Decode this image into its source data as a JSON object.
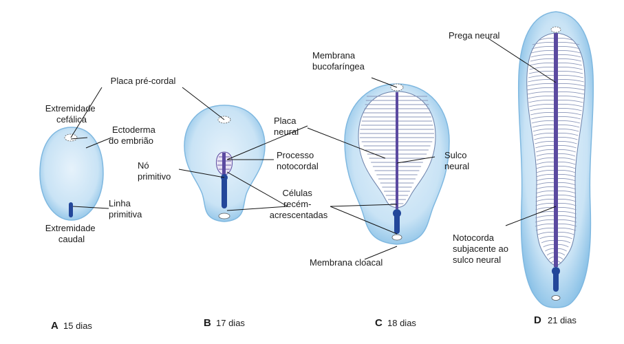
{
  "colors": {
    "embryo_fill": "#cfe6f6",
    "embryo_edge": "#7fb8e0",
    "plate_fill": "#ffffff",
    "groove": "#5b4aa0",
    "notochord": "#23479a",
    "lines": "#6a7fa8"
  },
  "stages": [
    {
      "letter": "A",
      "days": "15 dias"
    },
    {
      "letter": "B",
      "days": "17 dias"
    },
    {
      "letter": "C",
      "days": "18 dias"
    },
    {
      "letter": "D",
      "days": "21 dias"
    }
  ],
  "labels": {
    "placa_precordal": "Placa pré-cordal",
    "extremidade_cefalica": [
      "Extremidade",
      "cefálica"
    ],
    "ectoderma": [
      "Ectoderma",
      "do embrião"
    ],
    "no_primitivo": [
      "Nó",
      "primitivo"
    ],
    "linha_primitiva": [
      "Linha",
      "primitiva"
    ],
    "extremidade_caudal": [
      "Extremidade",
      "caudal"
    ],
    "placa_neural": [
      "Placa",
      "neural"
    ],
    "processo_notocordal": [
      "Processo",
      "notocordal"
    ],
    "celulas": [
      "Células",
      "recém-",
      "acrescentadas"
    ],
    "membrana_bucofaringea": [
      "Membrana",
      "bucofaríngea"
    ],
    "sulco_neural": [
      "Sulco",
      "neural"
    ],
    "membrana_cloacal": "Membrana cloacal",
    "prega_neural": "Prega neural",
    "notocorda": [
      "Notocorda",
      "subjacente ao",
      "sulco neural"
    ]
  }
}
